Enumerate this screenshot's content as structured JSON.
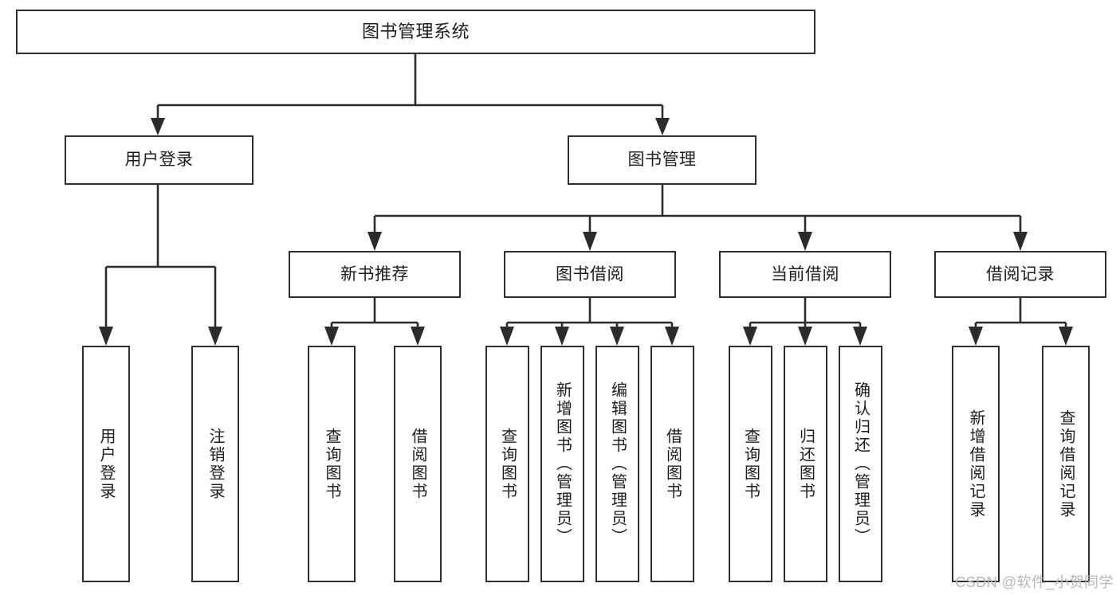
{
  "diagram": {
    "type": "tree",
    "title": "图书管理系统",
    "orientation": "top-down",
    "watermark": "CSDN @软件_小贺同学",
    "colors": {
      "box_border": "#2f2f2f",
      "box_fill": "#ffffff",
      "connector": "#2b2b2b",
      "text": "#1d1d1d",
      "watermark": "#b6b6b6"
    },
    "nodes": {
      "root": {
        "label": "图书管理系统"
      },
      "level2": [
        {
          "label": "用户登录"
        },
        {
          "label": "图书管理"
        }
      ],
      "level3": [
        {
          "label": "新书推荐"
        },
        {
          "label": "图书借阅"
        },
        {
          "label": "当前借阅"
        },
        {
          "label": "借阅记录"
        }
      ],
      "leaves": {
        "user_login": [
          {
            "label": "用户登录"
          },
          {
            "label": "注销登录"
          }
        ],
        "new_book": [
          {
            "label": "查询图书"
          },
          {
            "label": "借阅图书"
          }
        ],
        "book_borrow": [
          {
            "label": "查询图书"
          },
          {
            "label": "新增图书（管理员）"
          },
          {
            "label": "编辑图书（管理员）"
          },
          {
            "label": "借阅图书"
          }
        ],
        "current_borrow": [
          {
            "label": "查询图书"
          },
          {
            "label": "归还图书"
          },
          {
            "label": "确认归还（管理员）"
          }
        ],
        "borrow_record": [
          {
            "label": "新增借阅记录"
          },
          {
            "label": "查询借阅记录"
          }
        ]
      }
    }
  }
}
